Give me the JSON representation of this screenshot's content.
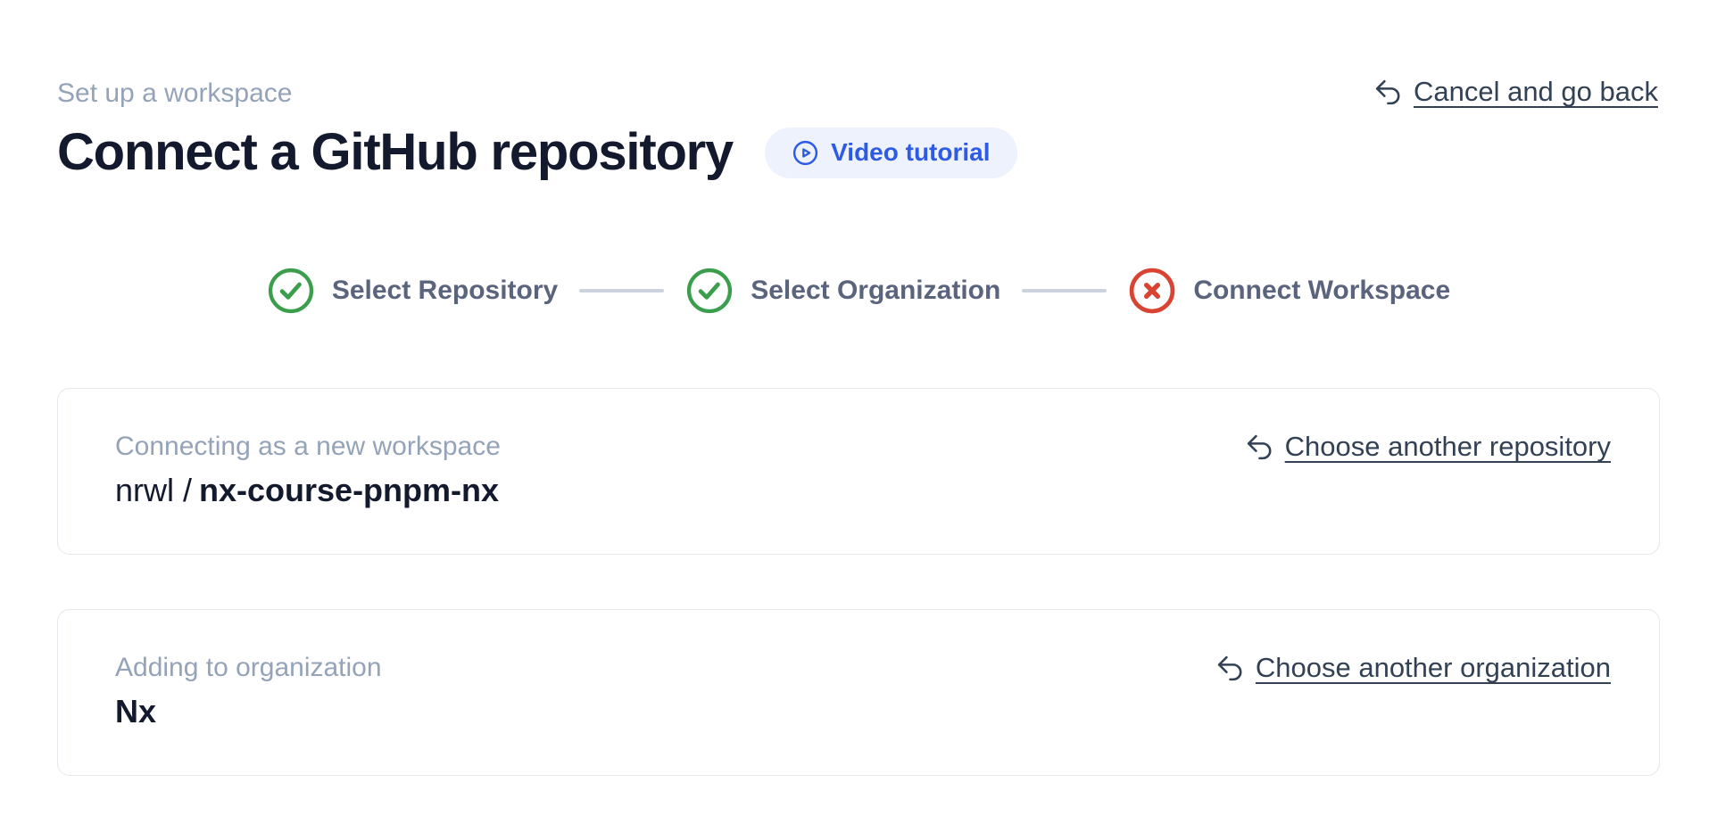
{
  "page": {
    "eyebrow": "Set up a workspace",
    "title": "Connect a GitHub repository"
  },
  "header": {
    "video_tutorial_label": "Video tutorial",
    "cancel_link_label": "Cancel and go back"
  },
  "stepper": {
    "steps": [
      {
        "label": "Select Repository",
        "status": "complete"
      },
      {
        "label": "Select Organization",
        "status": "complete"
      },
      {
        "label": "Connect Workspace",
        "status": "error"
      }
    ]
  },
  "cards": {
    "repository": {
      "label": "Connecting as a new workspace",
      "owner": "nrwl /",
      "repo": "nx-course-pnpm-nx",
      "change_link_label": "Choose another repository"
    },
    "organization": {
      "label": "Adding to organization",
      "name": "Nx",
      "change_link_label": "Choose another organization"
    }
  },
  "colors": {
    "accent_blue": "#2d5be6",
    "pill_background": "#eef2fd",
    "success_green": "#3a9e4c",
    "error_red": "#d94432",
    "muted_text": "#94a3b8",
    "step_label_text": "#5a647d",
    "link_text": "#334155",
    "heading_text": "#141a2d",
    "card_border": "#e3e8ef",
    "connector": "#ccd3de"
  },
  "icons": {
    "play_circle": "play-circle-icon",
    "undo": "undo-arrow-icon",
    "check_circle": "check-circle-icon",
    "x_circle": "x-circle-icon"
  }
}
